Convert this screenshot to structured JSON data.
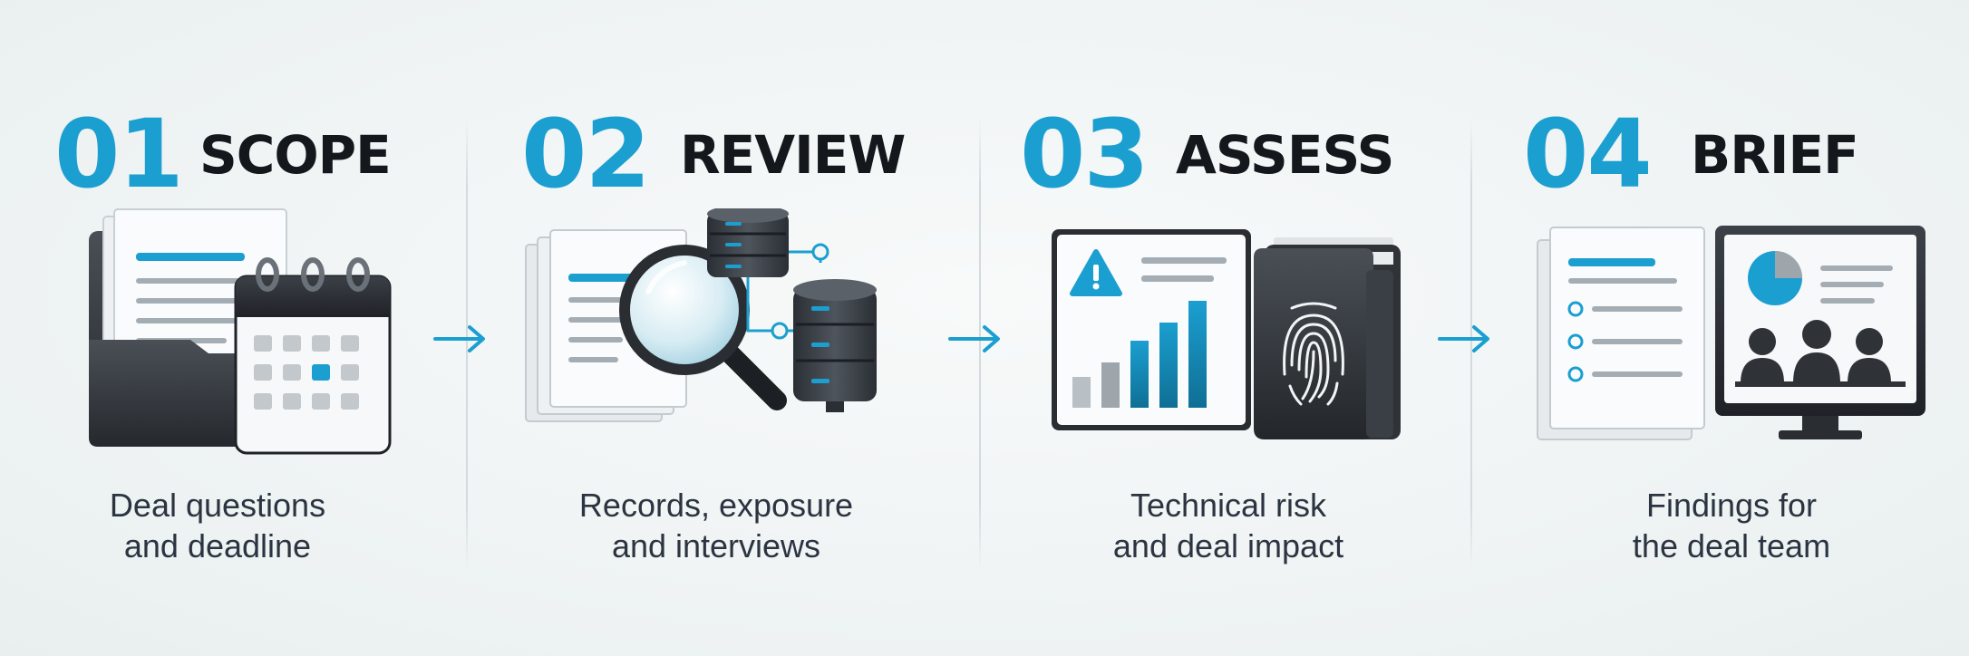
{
  "colors": {
    "accent": "#1b9fd0",
    "title": "#14171c",
    "caption": "#2b3440"
  },
  "steps": [
    {
      "number": "01",
      "title": "SCOPE",
      "caption_line1": "Deal questions",
      "caption_line2": "and deadline",
      "icon": "document-and-calendar-icon"
    },
    {
      "number": "02",
      "title": "REVIEW",
      "caption_line1": "Records, exposure",
      "caption_line2": "and interviews",
      "icon": "document-magnifier-database-icon"
    },
    {
      "number": "03",
      "title": "ASSESS",
      "caption_line1": "Technical risk",
      "caption_line2": "and deal impact",
      "icon": "risk-chart-and-fingerprint-folder-icon"
    },
    {
      "number": "04",
      "title": "BRIEF",
      "caption_line1": "Findings for",
      "caption_line2": "the deal team",
      "icon": "report-and-presentation-monitor-icon"
    }
  ]
}
